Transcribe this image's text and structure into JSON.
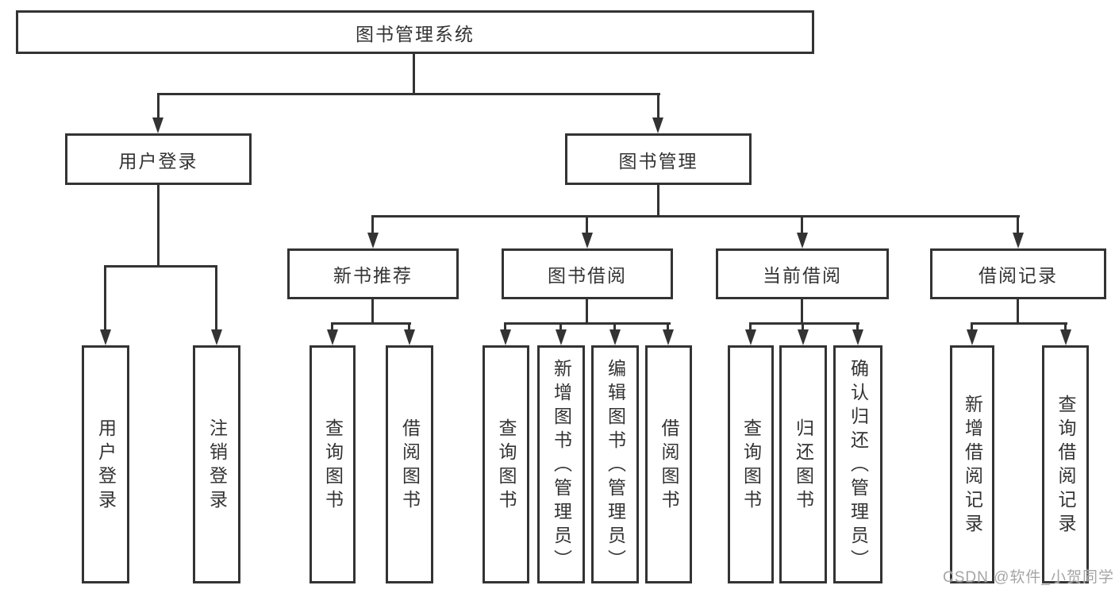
{
  "diagram": {
    "title": "图书管理系统",
    "root": {
      "label": "图书管理系统"
    },
    "level2": {
      "user_login": {
        "label": "用户登录"
      },
      "book_mgmt": {
        "label": "图书管理"
      }
    },
    "level3": {
      "new_book": {
        "label": "新书推荐",
        "parent": "图书管理"
      },
      "book_borrow": {
        "label": "图书借阅",
        "parent": "图书管理"
      },
      "current_borrow": {
        "label": "当前借阅",
        "parent": "图书管理"
      },
      "borrow_records": {
        "label": "借阅记录",
        "parent": "图书管理"
      }
    },
    "level4": {
      "ul_login": {
        "label": "用户登录",
        "parent": "用户登录"
      },
      "ul_logout": {
        "label": "注销登录",
        "parent": "用户登录"
      },
      "nb_query": {
        "label": "查询图书",
        "parent": "新书推荐"
      },
      "nb_borrow": {
        "label": "借阅图书",
        "parent": "新书推荐"
      },
      "bb_query": {
        "label": "查询图书",
        "parent": "图书借阅"
      },
      "bb_add": {
        "label": "新增图书（管理员）",
        "parent": "图书借阅"
      },
      "bb_edit": {
        "label": "编辑图书（管理员）",
        "parent": "图书借阅"
      },
      "bb_borrow": {
        "label": "借阅图书",
        "parent": "图书借阅"
      },
      "cb_query": {
        "label": "查询图书",
        "parent": "当前借阅"
      },
      "cb_return": {
        "label": "归还图书",
        "parent": "当前借阅"
      },
      "cb_confirm": {
        "label": "确认归还（管理员）",
        "parent": "当前借阅"
      },
      "br_add": {
        "label": "新增借阅记录",
        "parent": "借阅记录"
      },
      "br_query": {
        "label": "查询借阅记录",
        "parent": "借阅记录"
      }
    },
    "watermark": {
      "label": "CSDN @软件_小贺同学"
    },
    "colors": {
      "line": "#333333",
      "box_border": "#333333",
      "background": "#ffffff",
      "watermark": "#a5a5a5"
    }
  }
}
